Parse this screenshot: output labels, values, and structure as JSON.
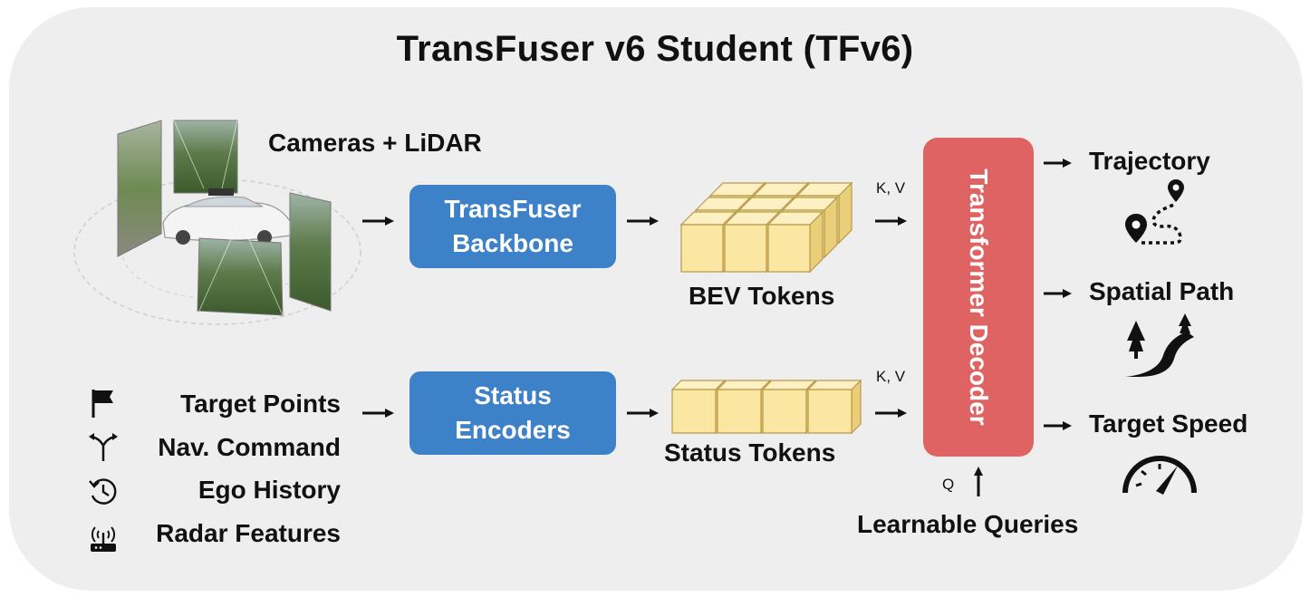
{
  "title": "TransFuser v6 Student (TFv6)",
  "inputs": {
    "sensors_label": "Cameras + LiDAR",
    "status_items": [
      {
        "label": "Target Points",
        "icon": "flag-icon"
      },
      {
        "label": "Nav. Command",
        "icon": "fork-arrow-icon"
      },
      {
        "label": "Ego History",
        "icon": "history-clock-icon"
      },
      {
        "label": "Radar Features",
        "icon": "radar-router-icon"
      }
    ]
  },
  "modules": {
    "backbone": {
      "line1": "TransFuser",
      "line2": "Backbone"
    },
    "status_encoders": {
      "line1": "Status",
      "line2": "Encoders"
    },
    "decoder": "Transformer Decoder"
  },
  "tokens": {
    "bev": "BEV Tokens",
    "status": "Status Tokens"
  },
  "attention": {
    "kv_top": "K, V",
    "kv_bottom": "K, V",
    "q": "Q",
    "queries": "Learnable Queries"
  },
  "outputs": [
    {
      "label": "Trajectory",
      "icon": "trajectory-pin-icon"
    },
    {
      "label": "Spatial Path",
      "icon": "road-trees-icon"
    },
    {
      "label": "Target Speed",
      "icon": "speedometer-icon"
    }
  ],
  "colors": {
    "panel": "#eeeeee",
    "module_blue": "#3d82c8",
    "decoder_red": "#e06363",
    "token_fill": "#fbe7a2",
    "token_edge": "#b89a4a"
  }
}
